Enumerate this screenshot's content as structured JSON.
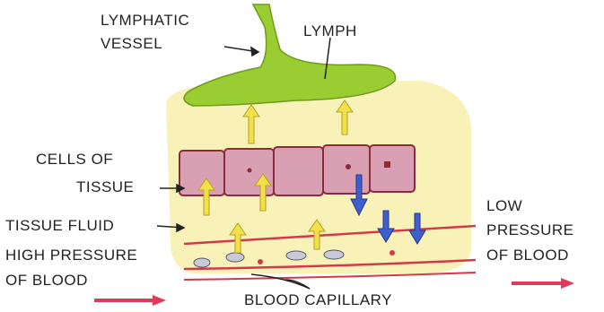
{
  "labels": {
    "lymphatic_vessel_line1": "LYMPHATIC",
    "lymphatic_vessel_line2": "VESSEL",
    "lymph": "LYMPH",
    "cells_line1": "CELLS  OF",
    "cells_line2": "TISSUE",
    "tissue_fluid": "TISSUE FLUID",
    "high_pressure_line1": "HIGH PRESSURE",
    "high_pressure_line2": "OF BLOOD",
    "low_pressure_line1": "LOW",
    "low_pressure_line2": "PRESSURE",
    "low_pressure_line3": "OF BLOOD",
    "blood_capillary": "BLOOD CAPILLARY"
  },
  "colors": {
    "lymph_vessel": "#9acd32",
    "tissue_fluid": "#f7f0b0",
    "cells": "#d9a0b4",
    "cell_border": "#8b2c3c",
    "capillary_line": "#d23a4a",
    "up_arrow": "#f2e04a",
    "down_arrow": "#3f5fd0",
    "blood_flow_arrow": "#e03a5a"
  }
}
